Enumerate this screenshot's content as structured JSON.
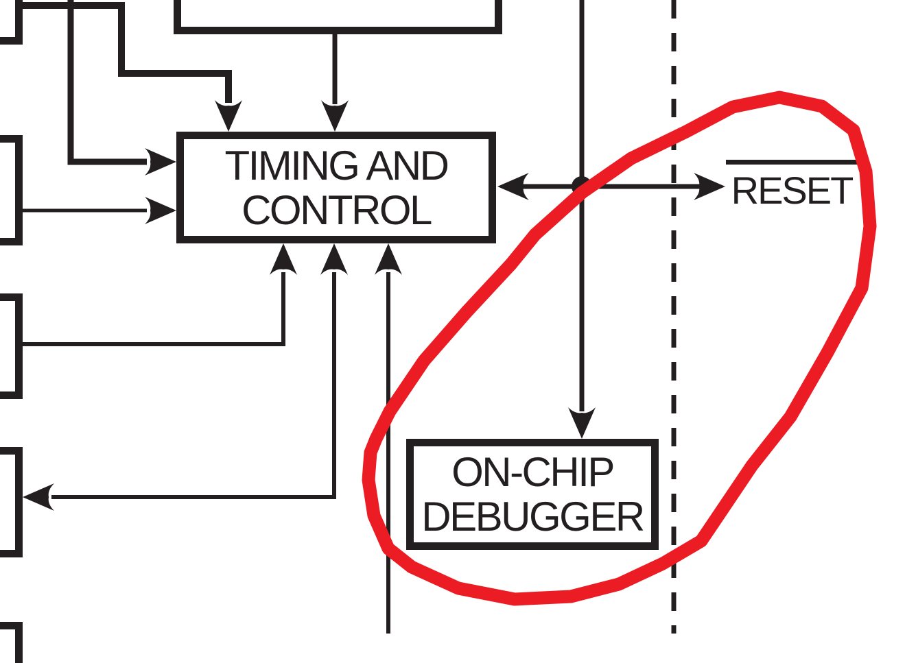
{
  "diagram": {
    "blocks": {
      "timing_control": {
        "line1": "TIMING AND",
        "line2": "CONTROL"
      },
      "on_chip_debugger": {
        "line1": "ON-CHIP",
        "line2": "DEBUGGER"
      }
    },
    "signals": {
      "reset": {
        "label": "RESET",
        "active_low_overline": true
      }
    },
    "annotation": {
      "type": "hand-drawn-red-circle",
      "circled_region": "ON-CHIP DEBUGGER"
    },
    "colors": {
      "line_black": "#231f20",
      "annotation_red": "#ec1c24",
      "background": "#ffffff"
    }
  }
}
